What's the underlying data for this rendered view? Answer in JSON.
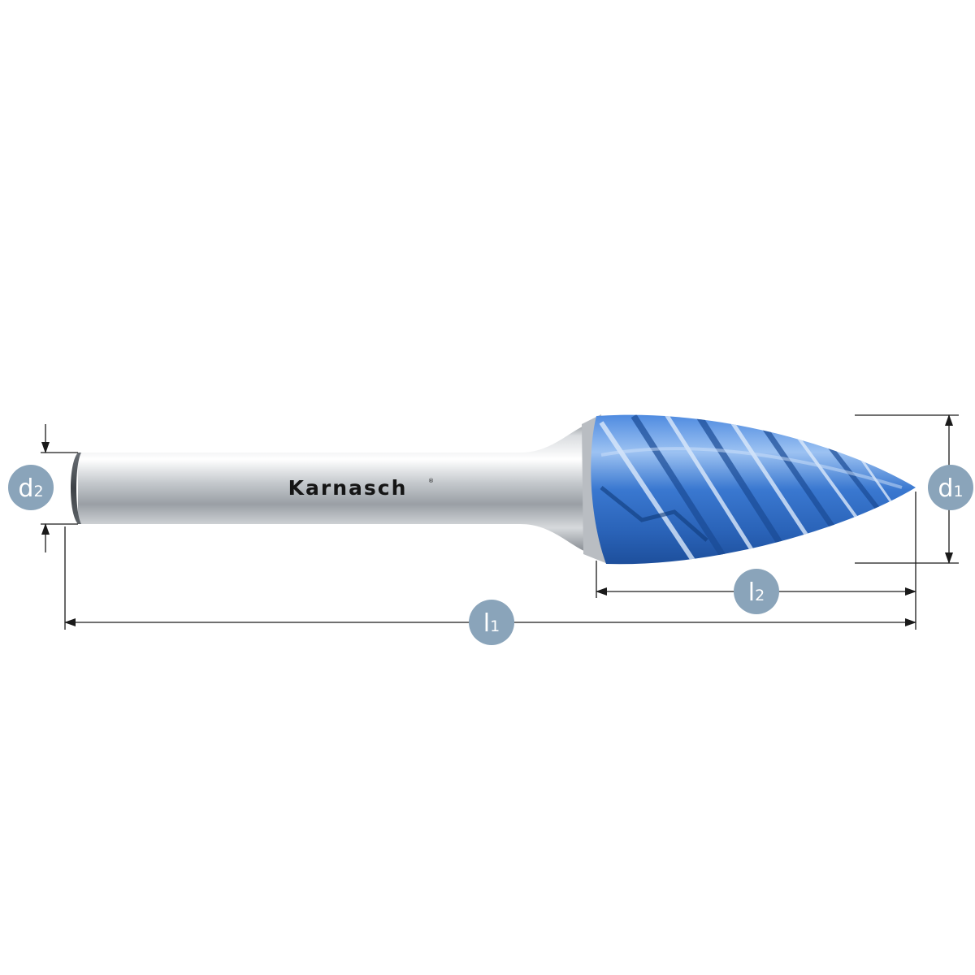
{
  "brand": {
    "name": "Karnasch",
    "registered_mark": "®"
  },
  "dimensions": {
    "d1": {
      "letter": "d",
      "subscript": "1"
    },
    "d2": {
      "letter": "d",
      "subscript": "2"
    },
    "l1": {
      "letter": "l",
      "subscript": "1"
    },
    "l2": {
      "letter": "l",
      "subscript": "2"
    }
  },
  "colors": {
    "label_badge": "#8aa4ba",
    "dimension_line": "#1a1a1a",
    "coating_blue": "#2f6fc4",
    "shank_steel": "#c9ccd0"
  }
}
